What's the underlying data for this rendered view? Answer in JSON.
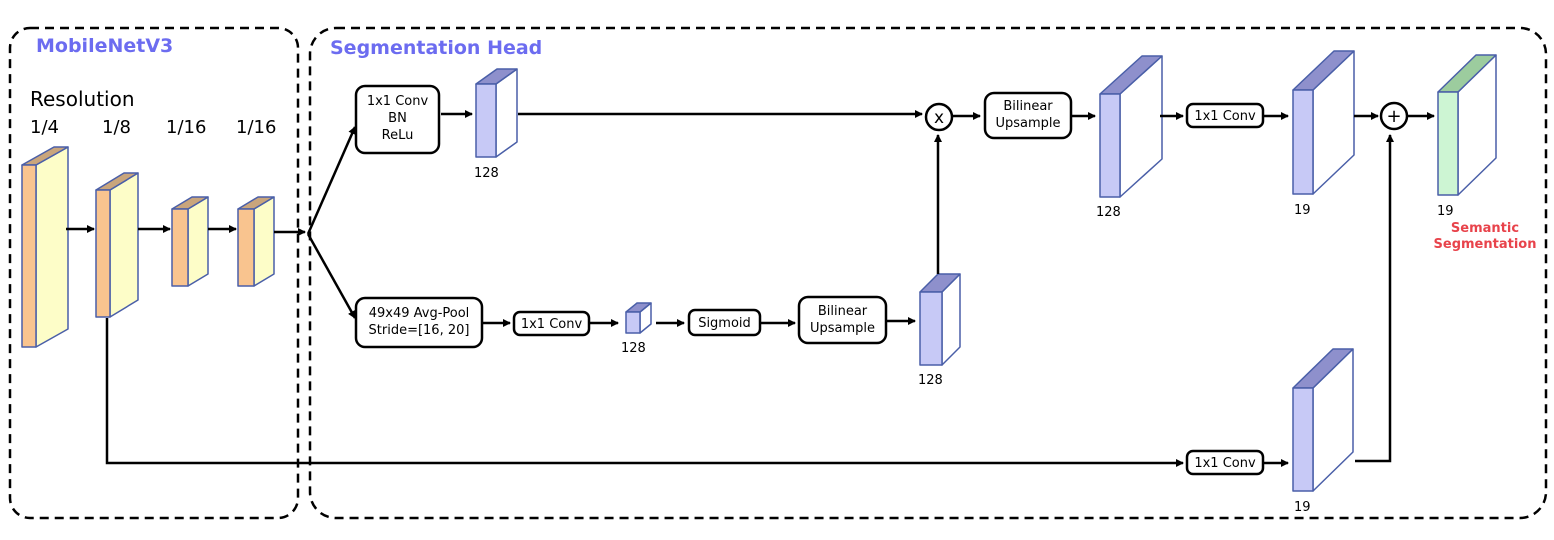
{
  "regions": {
    "backbone": {
      "title": "MobileNetV3",
      "color": "#6c6cf0"
    },
    "head": {
      "title": "Segmentation Head",
      "color": "#6c6cf0"
    }
  },
  "backbone": {
    "resolution_label": "Resolution",
    "stages": [
      {
        "label": "1/4"
      },
      {
        "label": "1/8"
      },
      {
        "label": "1/16"
      },
      {
        "label": "1/16"
      }
    ]
  },
  "ops": {
    "conv_bn_relu": [
      "1x1 Conv",
      "BN",
      "ReLu"
    ],
    "avg_pool": [
      "49x49 Avg-Pool",
      "Stride=[16, 20]"
    ],
    "pool_conv": "1x1 Conv",
    "sigmoid": "Sigmoid",
    "upsample_low": [
      "Bilinear",
      "Upsample"
    ],
    "upsample_top": [
      "Bilinear",
      "Upsample"
    ],
    "conv_top": "1x1 Conv",
    "conv_skip": "1x1 Conv",
    "multiply": "x",
    "add": "+"
  },
  "features": {
    "relu_out": "128",
    "pool_out": "128",
    "gate_out": "128",
    "upsampled": "128",
    "logits_main": "19",
    "logits_skip": "19",
    "output": "19"
  },
  "output_label": [
    "Semantic",
    "Segmentation"
  ],
  "colors": {
    "backbone_front": "#f9c48f",
    "backbone_side": "#fdfdc8",
    "backbone_top": "#c9a57c",
    "head_front": "#c7c9f6",
    "head_side": "#ffffff",
    "head_top": "#8e90cc",
    "out_front": "#cdf5d3",
    "out_side": "#ffffff",
    "out_top": "#9ccc9e",
    "edge": "#4a5fa8",
    "output_text": "#e8434b"
  }
}
